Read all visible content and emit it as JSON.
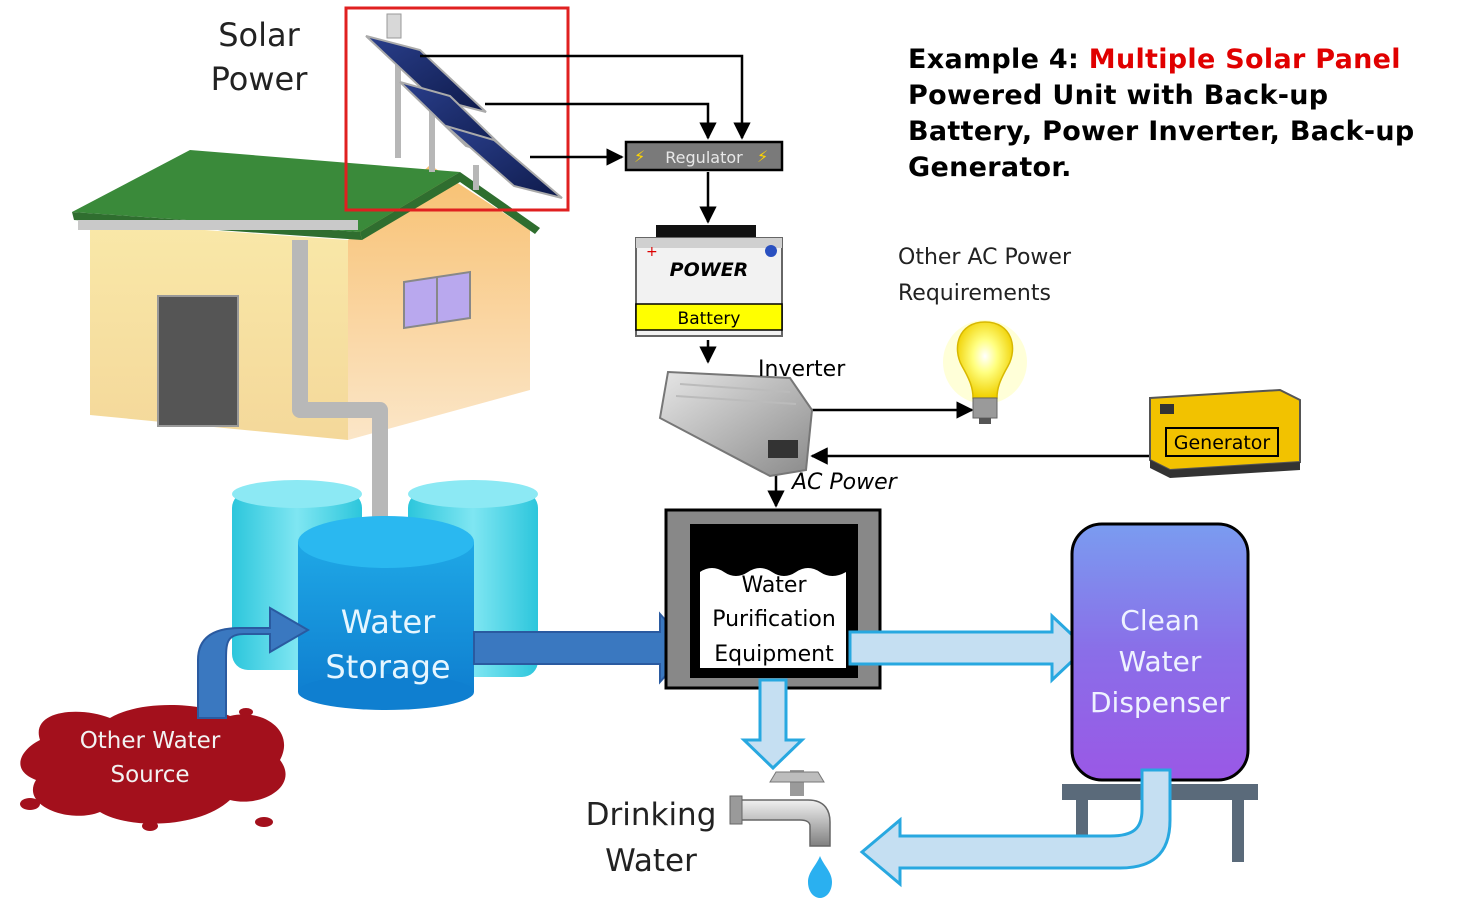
{
  "heading": {
    "prefix": "Example 4: ",
    "highlight": "Multiple Solar Panel",
    "rest": "Powered Unit with Back-up Battery, Power Inverter, Back-up Generator."
  },
  "labels": {
    "solar_line1": "Solar",
    "solar_line2": "Power",
    "regulator": "Regulator",
    "battery_brand": "POWER",
    "battery": "Battery",
    "inverter": "Inverter",
    "other_ac_line1": "Other AC Power",
    "other_ac_line2": "Requirements",
    "generator": "Generator",
    "ac_power": "AC Power",
    "water_storage_line1": "Water",
    "water_storage_line2": "Storage",
    "purification_line1": "Water",
    "purification_line2": "Purification",
    "purification_line3": "Equipment",
    "dispenser_line1": "Clean",
    "dispenser_line2": "Water",
    "dispenser_line3": "Dispenser",
    "other_source_line1": "Other Water",
    "other_source_line2": "Source",
    "drinking_line1": "Drinking",
    "drinking_line2": "Water"
  },
  "colors": {
    "highlight_red": "#e00000",
    "flow_dark_blue": "#3a78c0",
    "flow_light_blue": "#c5dff2",
    "storage_cyan": "#33bbee",
    "dispenser_purple": "#8a6ee8",
    "roof_green": "#3a8a3a",
    "battery_yellow": "#ffff00",
    "generator_yellow": "#f2c200",
    "blood_red": "#a3101c"
  }
}
